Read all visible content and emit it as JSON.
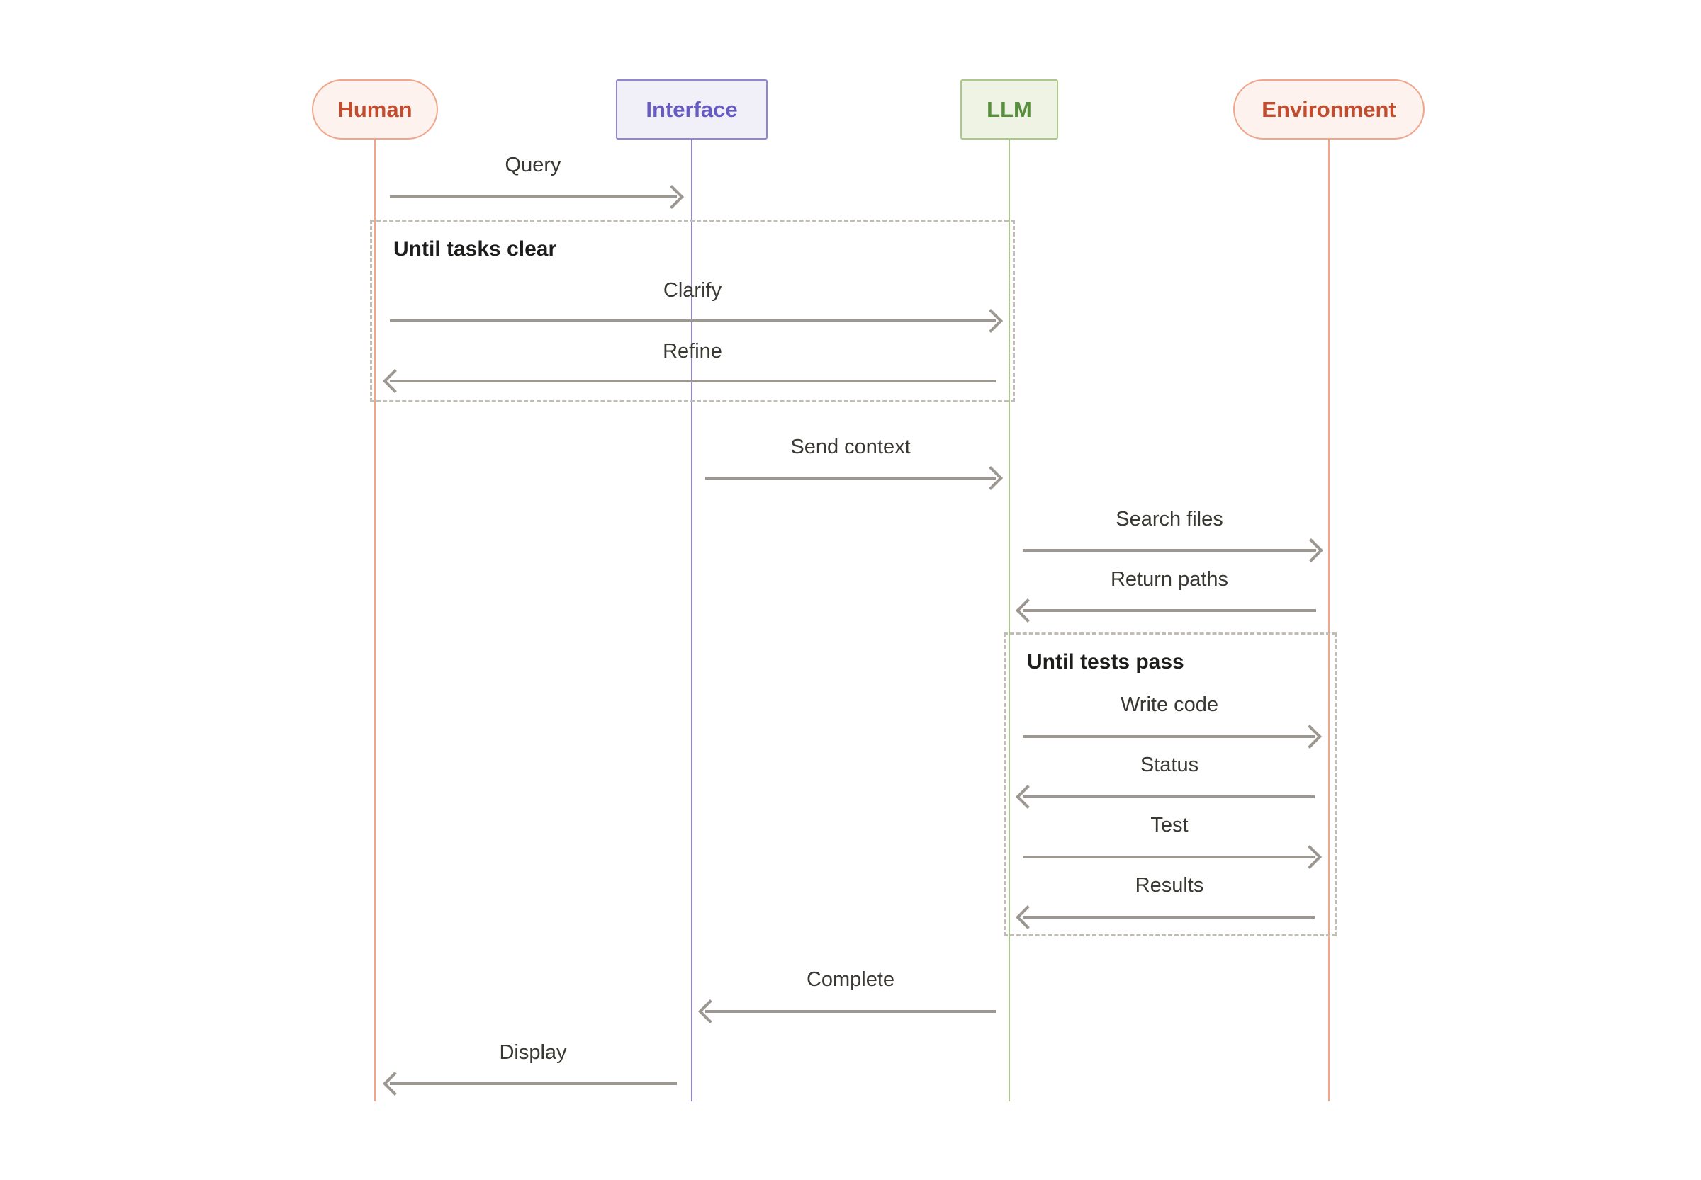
{
  "diagram": {
    "type": "sequence-diagram",
    "actors": [
      {
        "label": "Human",
        "shape": "pill",
        "theme": "salmon"
      },
      {
        "label": "Interface",
        "shape": "rect",
        "theme": "purple"
      },
      {
        "label": "LLM",
        "shape": "rect",
        "theme": "green"
      },
      {
        "label": "Environment",
        "shape": "pill",
        "theme": "salmon"
      }
    ],
    "loops": [
      {
        "title": "Until tasks clear",
        "spans": [
          "Human",
          "LLM"
        ]
      },
      {
        "title": "Until tests pass",
        "spans": [
          "LLM",
          "Environment"
        ]
      }
    ],
    "messages": [
      {
        "label": "Query",
        "from": "Human",
        "to": "Interface",
        "direction": "right"
      },
      {
        "label": "Clarify",
        "from": "Human",
        "to": "LLM",
        "direction": "right",
        "loop": "Until tasks clear"
      },
      {
        "label": "Refine",
        "from": "LLM",
        "to": "Human",
        "direction": "left",
        "loop": "Until tasks clear"
      },
      {
        "label": "Send context",
        "from": "Interface",
        "to": "LLM",
        "direction": "right"
      },
      {
        "label": "Search files",
        "from": "LLM",
        "to": "Environment",
        "direction": "right"
      },
      {
        "label": "Return paths",
        "from": "Environment",
        "to": "LLM",
        "direction": "left"
      },
      {
        "label": "Write code",
        "from": "LLM",
        "to": "Environment",
        "direction": "right",
        "loop": "Until tests pass"
      },
      {
        "label": "Status",
        "from": "Environment",
        "to": "LLM",
        "direction": "left",
        "loop": "Until tests pass"
      },
      {
        "label": "Test",
        "from": "LLM",
        "to": "Environment",
        "direction": "right",
        "loop": "Until tests pass"
      },
      {
        "label": "Results",
        "from": "Environment",
        "to": "LLM",
        "direction": "left",
        "loop": "Until tests pass"
      },
      {
        "label": "Complete",
        "from": "LLM",
        "to": "Interface",
        "direction": "left"
      },
      {
        "label": "Display",
        "from": "Interface",
        "to": "Human",
        "direction": "left"
      }
    ],
    "colors": {
      "salmon_border": "#efa68b",
      "salmon_bg": "#fdf2ed",
      "salmon_text": "#c14c2e",
      "purple_border": "#8f86d2",
      "purple_bg": "#f1f0f8",
      "purple_text": "#655bc0",
      "green_border": "#aac887",
      "green_bg": "#eef3e4",
      "green_text": "#578f3c",
      "arrow": "#9c9790",
      "loop_border": "#c1bdb5",
      "message_text": "#3a3833",
      "loop_title_text": "#1d1d1b"
    }
  }
}
